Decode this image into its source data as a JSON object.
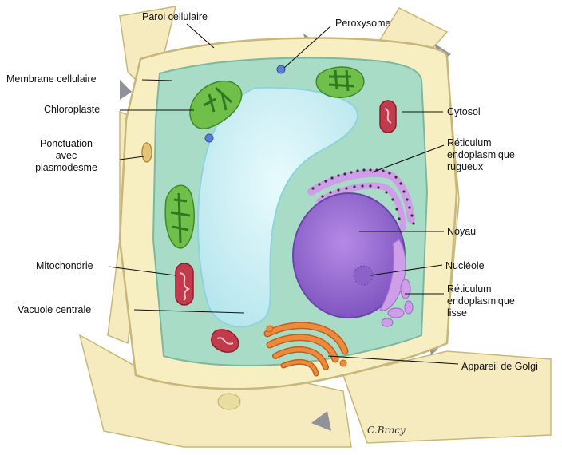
{
  "labels": {
    "paroi": "Paroi cellulaire",
    "peroxysome": "Peroxysome",
    "membrane": "Membrane cellulaire",
    "chloroplaste": "Chloroplaste",
    "cytosol": "Cytosol",
    "ponctuation": [
      "Ponctuation",
      "avec",
      "plasmodesme"
    ],
    "rer": [
      "Réticulum",
      "endoplasmique",
      "rugueux"
    ],
    "noyau": "Noyau",
    "nucleole": "Nucléole",
    "mitochondrie": "Mitochondrie",
    "ser": [
      "Réticulum",
      "endoplasmique",
      "lisse"
    ],
    "vacuole": "Vacuole centrale",
    "golgi": "Appareil de Golgi"
  },
  "signature": "C.Bracy",
  "colors": {
    "wall": "#f7eec2",
    "wall_edge": "#c9b77a",
    "cytoplasm": "#a9dcc6",
    "vacuole": "#cdeff3",
    "nucleus": "#9a6fd3",
    "er": "#cf9ee8",
    "chloroplast": "#6fbf4a",
    "mitochondria": "#c23b4c",
    "golgi": "#ee8a3c",
    "peroxisome": "#5b7fd6"
  }
}
